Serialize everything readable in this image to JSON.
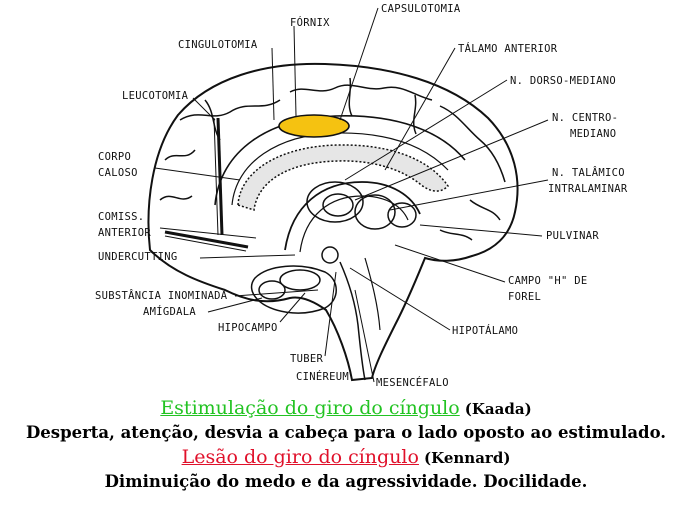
{
  "labels": {
    "fornix": "FÓRNIX",
    "capsulotomia": "CAPSULOTOMIA",
    "cingulotomia": "CINGULOTOMIA",
    "talamo_anterior": "TÁLAMO ANTERIOR",
    "leucotomia": "LEUCOTOMIA",
    "dorso_mediano": "N. DORSO-MEDIANO",
    "centro_1": "N. CENTRO-",
    "centro_2": "MEDIANO",
    "corpo_1": "CORPO",
    "corpo_2": "CALOSO",
    "talamico_1": "N. TALÂMICO",
    "talamico_2": "INTRALAMINAR",
    "comiss_1": "COMISS.",
    "comiss_2": "ANTERIOR",
    "pulvinar": "PULVINAR",
    "undercutting": "UNDERCUTTING",
    "campo_1": "CAMPO \"H\" DE",
    "campo_2": "FOREL",
    "substancia": "SUBSTÂNCIA INOMINADA",
    "amigdala": "AMÍGDALA",
    "hipotalamo": "HIPOTÁLAMO",
    "hipocampo": "HIPOCAMPO",
    "tuber_1": "TUBER",
    "tuber_2": "CINÉREUM",
    "mesencefalo": "MESENCÉFALO"
  },
  "captions": {
    "stim_title": "Estimulação do giro do cíngulo",
    "stim_author": "(Kaada)",
    "stim_desc": "Desperta, atenção, desvia a cabeça para o lado oposto ao estimulado.",
    "lesion_title": "Lesão do giro do cíngulo",
    "lesion_author": "(Kennard)",
    "lesion_desc": "Diminuição do medo e da agressividade. Docilidade."
  },
  "colors": {
    "stim_title": "#22c322",
    "lesion_title": "#e0102a",
    "cingulate_highlight": "#f5c211"
  }
}
